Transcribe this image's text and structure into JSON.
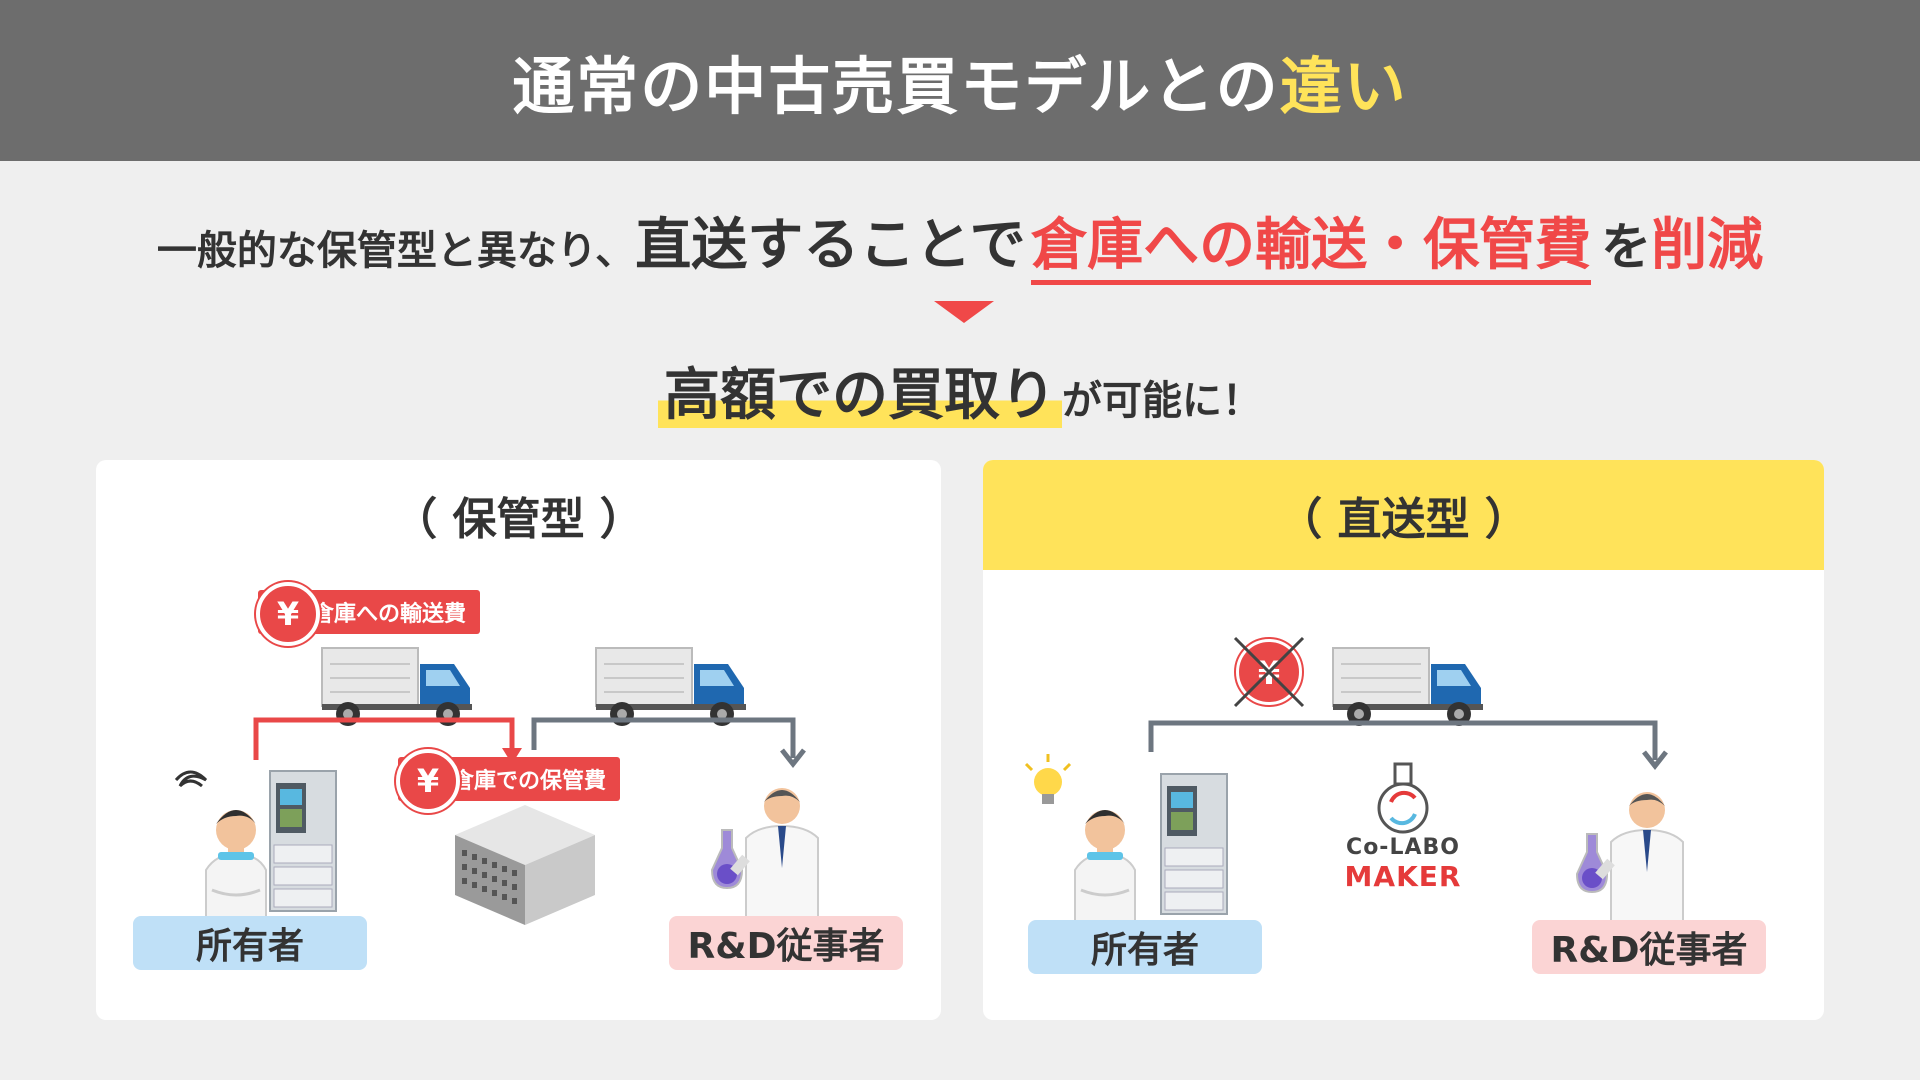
{
  "header": {
    "title_main": "通常の中古売買モデルとの",
    "title_highlight": "違い"
  },
  "subline": {
    "part1": "一般的な保管型と異なり、",
    "part2": "直送することで",
    "part3": "倉庫への輸送・保管費",
    "part4": "を",
    "part5": "削減"
  },
  "result": {
    "highlight": "高額での買取り",
    "rest": "が可能に！"
  },
  "left_panel": {
    "title": "（ 保管型 ）",
    "cost_transport": "倉庫への輸送費",
    "cost_storage": "倉庫での保管費",
    "yen_symbol": "¥",
    "owner_label": "所有者",
    "rd_label": "R&D従事者"
  },
  "right_panel": {
    "title": "（ 直送型 ）",
    "owner_label": "所有者",
    "rd_label": "R&D従事者",
    "logo_line1": "Co-LABO",
    "logo_line2": "MAKER"
  },
  "colors": {
    "accent_red": "#e94848",
    "highlight_yellow": "#ffe35a",
    "header_gray": "#6d6d6d",
    "owner_blue": "#bfe0f7",
    "rd_pink": "#fbd4d4"
  }
}
